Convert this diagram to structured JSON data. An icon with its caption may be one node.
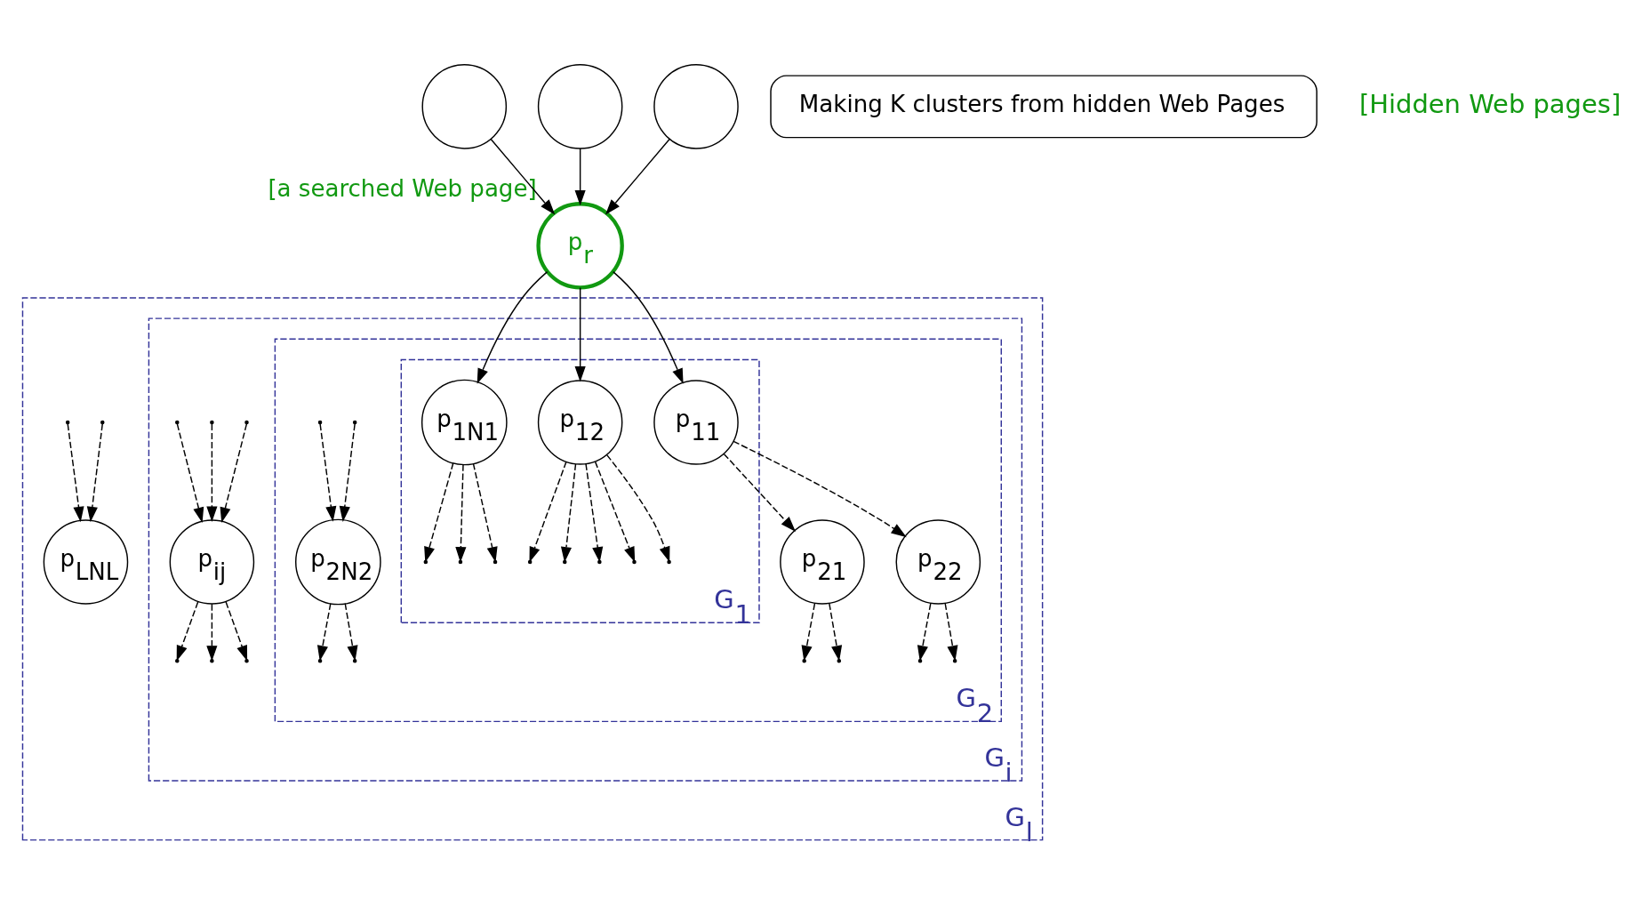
{
  "diagram": {
    "nodes": [
      {
        "text": [],
        "shape": "circle"
      },
      {
        "text": [],
        "shape": "circle"
      },
      {
        "text": [],
        "shape": "circle"
      },
      {
        "text": [
          "p$_{r}$"
        ],
        "beside": [
          "[a searched Web page]"
        ]
      },
      {
        "text": [
          "G$_{l}$"
        ]
      },
      {
        "text": [
          "G$_{i}$"
        ],
        "in": 4
      },
      {
        "text": [
          "G$_{2}$"
        ],
        "in": 5
      },
      {
        "text": [
          "G$_{1}$"
        ],
        "in": 6
      },
      {
        "text": [
          "p$_{11}$"
        ],
        "in": 7
      },
      {
        "text": [
          "p$_{12}$"
        ],
        "in": 7
      },
      {
        "text": [
          "p$_{1N1}$"
        ],
        "in": 7
      },
      {
        "text": [
          "p$_{21}$"
        ],
        "in": 6
      },
      {
        "text": [
          "p$_{22}$"
        ],
        "in": 6
      },
      {
        "text": [
          "p$_{2N2}$"
        ],
        "in": 6
      },
      {
        "text": [
          "p$_{ij}$"
        ],
        "in": 5
      },
      {
        "text": [
          "p$_{LNL}$"
        ],
        "in": 4
      },
      {
        "text": [
          "Making K clusters from hidden Web Pages"
        ]
      }
    ],
    "edges": [
      {
        "from": 1,
        "to": 3,
        "arrow": "to"
      },
      {
        "from": 0,
        "to": 3,
        "arrow": "to"
      },
      {
        "from": 2,
        "to": 3,
        "arrow": "to"
      },
      {
        "from": 3,
        "to": 8,
        "arrow": "to"
      },
      {
        "from": 3,
        "to": 9,
        "arrow": "to"
      },
      {
        "from": 3,
        "to": 10,
        "arrow": "to"
      },
      {
        "from": 8,
        "to": 11,
        "arrow": "to",
        "style": "dashed"
      },
      {
        "from": 8,
        "to": 12,
        "arrow": "to",
        "style": "dashed"
      },
      {
        "from": 9,
        "to": null,
        "arrow": "to",
        "style": "dashed"
      },
      {
        "from": 9,
        "to": null,
        "arrow": "to",
        "style": "dashed"
      },
      {
        "from": 9,
        "to": null,
        "arrow": "to",
        "style": "dashed"
      },
      {
        "from": 9,
        "to": null,
        "arrow": "to",
        "style": "dashed"
      },
      {
        "from": 9,
        "to": null,
        "arrow": "to",
        "style": "dashed"
      },
      {
        "from": 10,
        "to": null,
        "arrow": "to",
        "style": "dashed"
      },
      {
        "from": 10,
        "to": null,
        "arrow": "to",
        "style": "dashed"
      },
      {
        "from": 10,
        "to": null,
        "arrow": "to",
        "style": "dashed"
      },
      {
        "from": null,
        "to": 13,
        "arrow": "to",
        "style": "dashed"
      },
      {
        "from": null,
        "to": 13,
        "arrow": "to",
        "style": "dashed"
      },
      {
        "from": 11,
        "to": null,
        "arrow": "to",
        "style": "dashed"
      },
      {
        "from": 11,
        "to": null,
        "arrow": "to",
        "style": "dashed"
      },
      {
        "from": 12,
        "to": null,
        "arrow": "to",
        "style": "dashed"
      },
      {
        "from": 12,
        "to": null,
        "arrow": "to",
        "style": "dashed"
      },
      {
        "from": 13,
        "to": null,
        "arrow": "to",
        "style": "dashed"
      },
      {
        "from": 13,
        "to": null,
        "arrow": "to",
        "style": "dashed"
      },
      {
        "from": null,
        "to": 14,
        "arrow": "to",
        "style": "dashed"
      },
      {
        "from": null,
        "to": 14,
        "arrow": "to",
        "style": "dashed"
      },
      {
        "from": null,
        "to": 14,
        "arrow": "to",
        "style": "dashed"
      },
      {
        "from": 14,
        "to": null,
        "arrow": "to",
        "style": "dashed"
      },
      {
        "from": 14,
        "to": null,
        "arrow": "to",
        "style": "dashed"
      },
      {
        "from": 14,
        "to": null,
        "arrow": "to",
        "style": "dashed"
      },
      {
        "from": null,
        "to": 15,
        "arrow": "to",
        "style": "dashed"
      },
      {
        "from": null,
        "to": 15,
        "arrow": "to",
        "style": "dashed"
      }
    ],
    "labels": [
      "[Hidden Web pages]"
    ]
  }
}
